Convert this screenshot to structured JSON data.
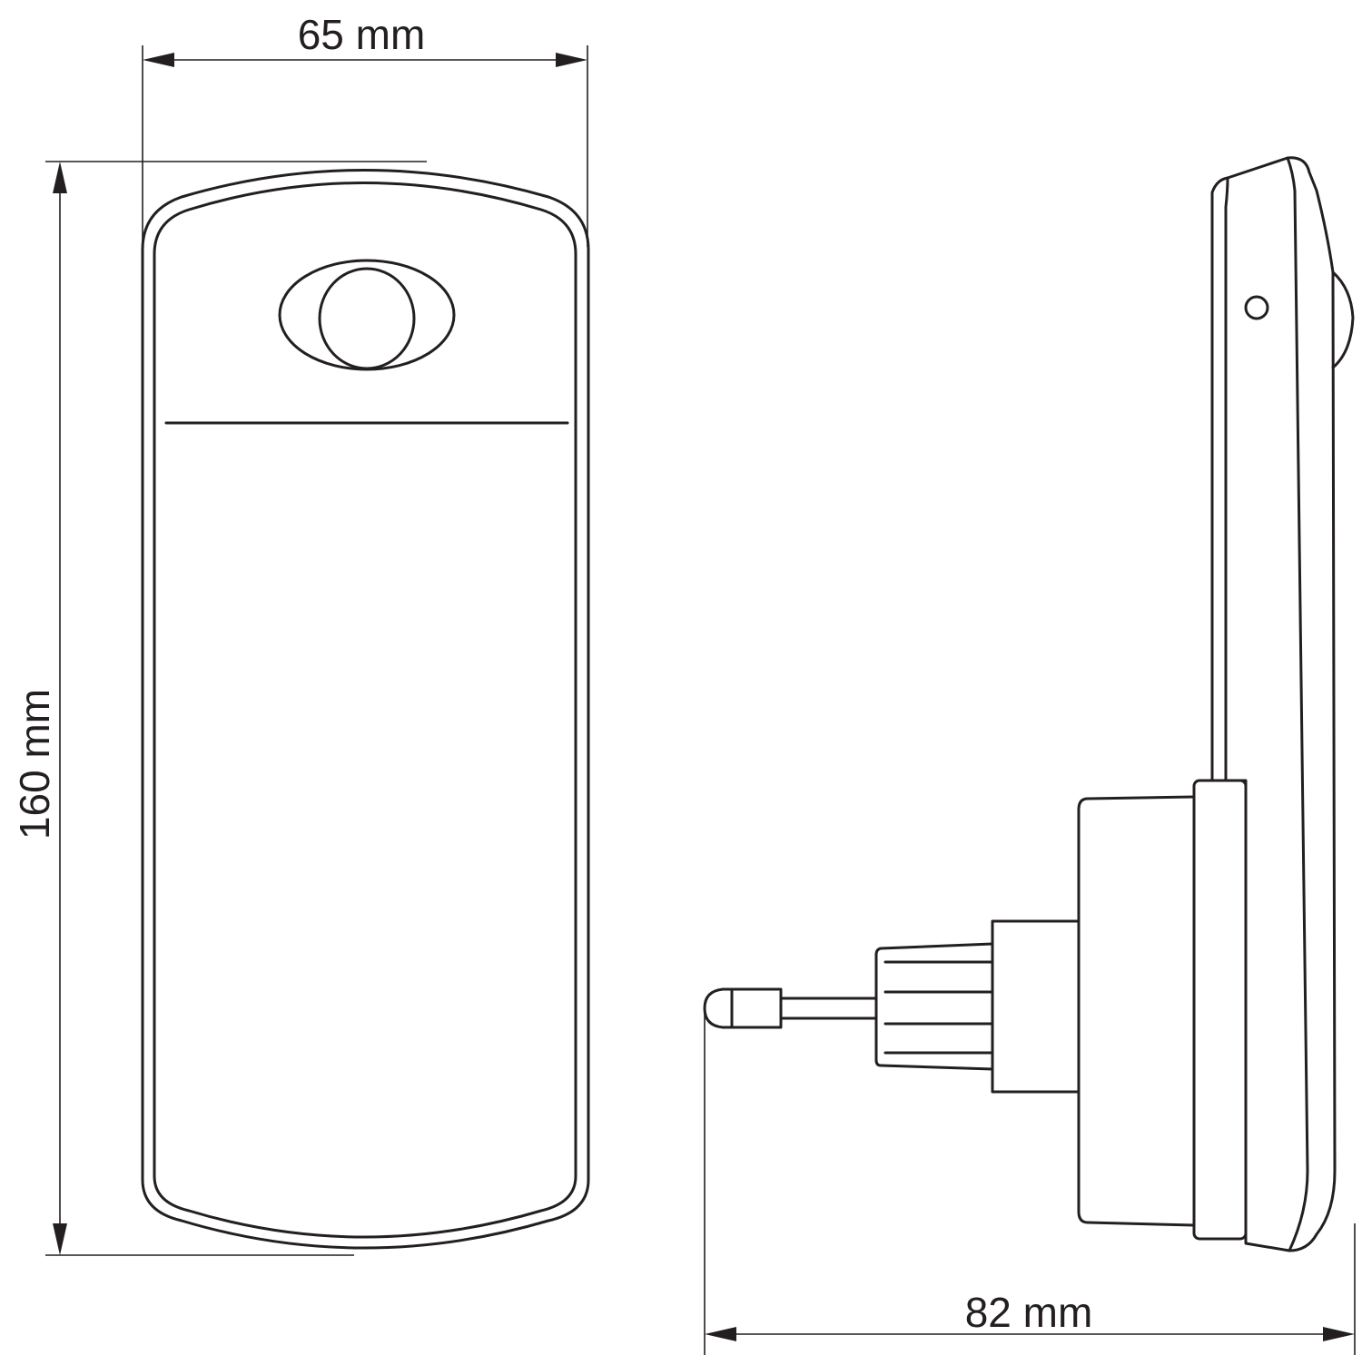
{
  "dimensions": {
    "width_label": "65 mm",
    "height_label": "160 mm",
    "depth_label": "82 mm"
  },
  "colors": {
    "line": "#231f20",
    "background": "#ffffff"
  }
}
